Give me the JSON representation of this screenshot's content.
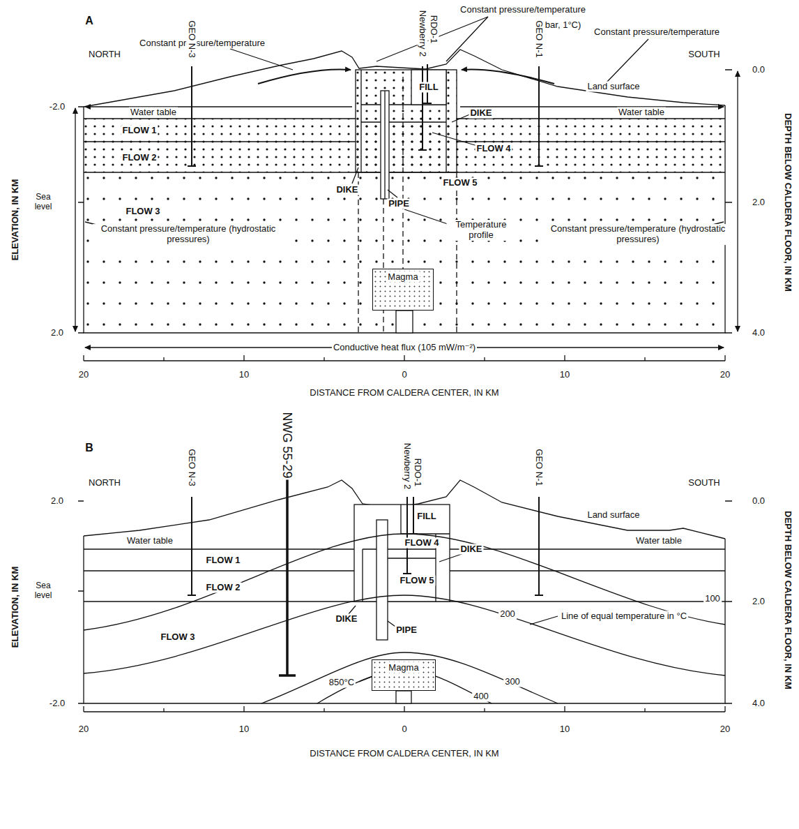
{
  "diagram": {
    "nodes": [
      {
        "text": [
          "Magma"
        ]
      },
      {
        "text": [
          "Magma"
        ]
      }
    ],
    "labels": [
      "A",
      "NORTH",
      "SOUTH",
      "Constant pressure/temperature",
      "Constant pressure/temperature",
      "(1 bar, 1°C)",
      "Constant pressure/temperature",
      "GEO N-3",
      "Newberry 2",
      "RDO-1",
      "GEO N-1",
      "FILL",
      "Land surface",
      "Water table",
      "Water table",
      "FLOW 1",
      "FLOW 2",
      "DIKE",
      "FLOW 4",
      "FLOW 5",
      "FLOW 3",
      "DIKE",
      "PIPE",
      "Temperature profile",
      "Constant pressure/temperature (hydrostatic pressures)",
      "Constant pressure/temperature (hydrostatic pressures)",
      "Sea level",
      "ELEVATION, IN KM",
      "-2.0",
      "2.0",
      "DEPTH BELOW CALDERA FLOOR, IN KM",
      "0.0",
      "2.0",
      "4.0",
      "Conductive heat flux (105 mW/m⁻²)",
      "20",
      "10",
      "0",
      "10",
      "20",
      "DISTANCE FROM CALDERA CENTER, IN KM",
      "B",
      "NORTH",
      "SOUTH",
      "NWG 55-29",
      "GEO N-3",
      "Newberry 2",
      "RDO-1",
      "GEO N-1",
      "FILL",
      "Land surface",
      "Water table",
      "Water table",
      "FLOW 4",
      "DIKE",
      "FLOW 1",
      "FLOW 2",
      "FLOW 5",
      "FLOW 3",
      "DIKE",
      "PIPE",
      "100",
      "200",
      "Line of equal temperature in °C",
      "300",
      "400",
      "850°C",
      "ELEVATION, IN KM",
      "2.0",
      "Sea level",
      "-2.0",
      "DEPTH BELOW CALDERA FLOOR, IN KM",
      "0.0",
      "2.0",
      "4.0",
      "20",
      "10",
      "0",
      "10",
      "20",
      "DISTANCE FROM CALDERA CENTER, IN KM"
    ]
  }
}
